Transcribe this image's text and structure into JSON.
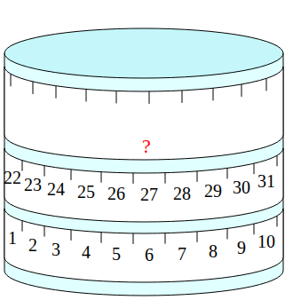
{
  "diagram": {
    "labels": [
      "?",
      "22",
      "23",
      "24",
      "25",
      "26",
      "27",
      "28",
      "29",
      "30",
      "31",
      "1",
      "2",
      "3",
      "4",
      "5",
      "6",
      "7",
      "8",
      "9",
      "10"
    ]
  }
}
